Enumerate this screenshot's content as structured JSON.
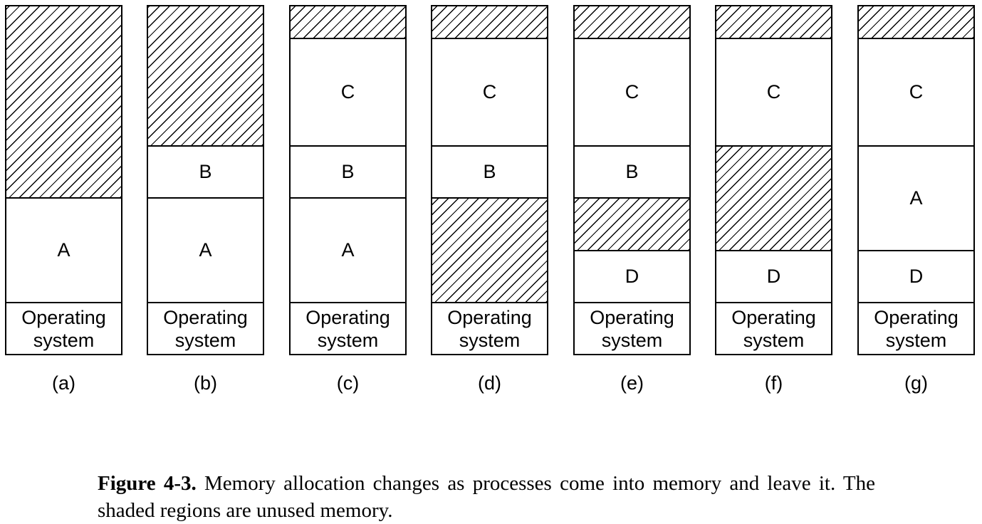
{
  "diagram": {
    "total_units": 100,
    "columns": [
      {
        "label": "(a)",
        "segments": [
          {
            "type": "free",
            "size": 55
          },
          {
            "type": "process",
            "label": "A",
            "size": 30
          },
          {
            "type": "os",
            "label": [
              "Operating",
              "system"
            ],
            "size": 15
          }
        ]
      },
      {
        "label": "(b)",
        "segments": [
          {
            "type": "free",
            "size": 40
          },
          {
            "type": "process",
            "label": "B",
            "size": 15
          },
          {
            "type": "process",
            "label": "A",
            "size": 30
          },
          {
            "type": "os",
            "label": [
              "Operating",
              "system"
            ],
            "size": 15
          }
        ]
      },
      {
        "label": "(c)",
        "segments": [
          {
            "type": "free",
            "size": 9
          },
          {
            "type": "process",
            "label": "C",
            "size": 31
          },
          {
            "type": "process",
            "label": "B",
            "size": 15
          },
          {
            "type": "process",
            "label": "A",
            "size": 30
          },
          {
            "type": "os",
            "label": [
              "Operating",
              "system"
            ],
            "size": 15
          }
        ]
      },
      {
        "label": "(d)",
        "segments": [
          {
            "type": "free",
            "size": 9
          },
          {
            "type": "process",
            "label": "C",
            "size": 31
          },
          {
            "type": "process",
            "label": "B",
            "size": 15
          },
          {
            "type": "free",
            "size": 30
          },
          {
            "type": "os",
            "label": [
              "Operating",
              "system"
            ],
            "size": 15
          }
        ]
      },
      {
        "label": "(e)",
        "segments": [
          {
            "type": "free",
            "size": 9
          },
          {
            "type": "process",
            "label": "C",
            "size": 31
          },
          {
            "type": "process",
            "label": "B",
            "size": 15
          },
          {
            "type": "free",
            "size": 15
          },
          {
            "type": "process",
            "label": "D",
            "size": 15
          },
          {
            "type": "os",
            "label": [
              "Operating",
              "system"
            ],
            "size": 15
          }
        ]
      },
      {
        "label": "(f)",
        "segments": [
          {
            "type": "free",
            "size": 9
          },
          {
            "type": "process",
            "label": "C",
            "size": 31
          },
          {
            "type": "free",
            "size": 30
          },
          {
            "type": "process",
            "label": "D",
            "size": 15
          },
          {
            "type": "os",
            "label": [
              "Operating",
              "system"
            ],
            "size": 15
          }
        ]
      },
      {
        "label": "(g)",
        "segments": [
          {
            "type": "free",
            "size": 9
          },
          {
            "type": "process",
            "label": "C",
            "size": 31
          },
          {
            "type": "process",
            "label": "A",
            "size": 30
          },
          {
            "type": "process",
            "label": "D",
            "size": 15
          },
          {
            "type": "os",
            "label": [
              "Operating",
              "system"
            ],
            "size": 15
          }
        ]
      }
    ]
  },
  "caption": {
    "label": "Figure 4-3.",
    "text": " Memory allocation changes as processes come into memory and leave it.  The shaded regions are unused memory."
  }
}
